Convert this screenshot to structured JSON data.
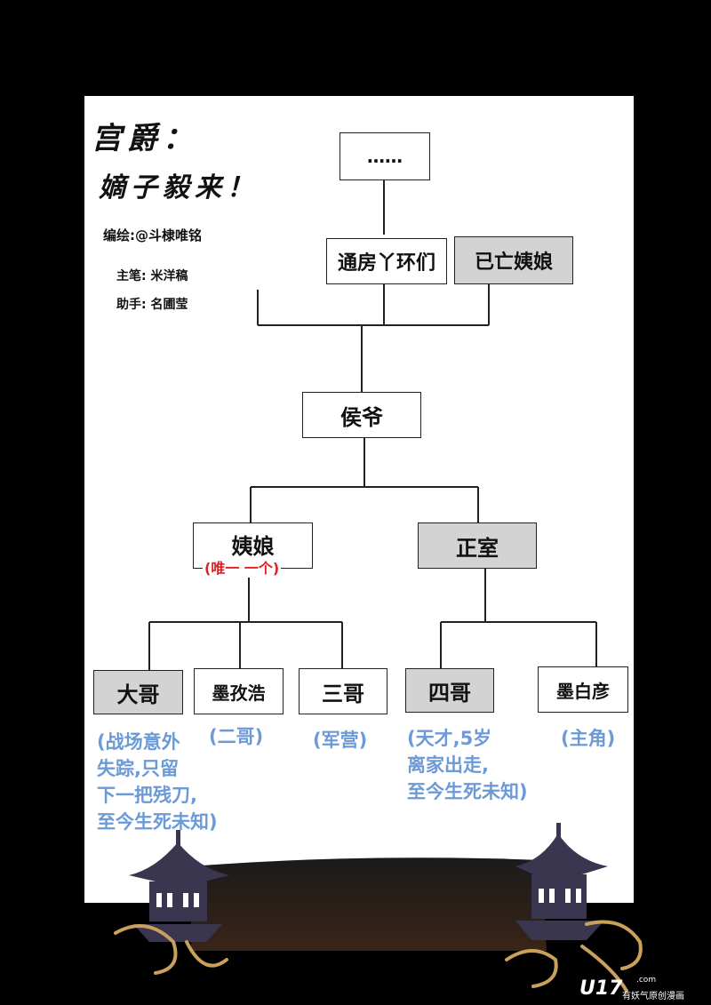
{
  "title": {
    "line1": "宫爵：",
    "line2": "嫡子毅来！"
  },
  "credits": {
    "author": "编绘:@斗棣唯铭",
    "main_pen": "主笔: 米洋稿",
    "assistant": "助手: 名圃莹"
  },
  "nodes": {
    "ancestor": "……",
    "concubine_maids": "通房丫环们",
    "deceased_concubine": "已亡姨娘",
    "marquis": "侯爷",
    "concubine": "姨娘",
    "concubine_note": "(唯一 一个)",
    "main_wife": "正室",
    "eldest_brother": "大哥",
    "mo_ruhao": "墨孜浩",
    "third_brother": "三哥",
    "fourth_brother": "四哥",
    "mo_baiyan": "墨白彦"
  },
  "notes": {
    "eldest": [
      "(战场意外",
      "失踪,只留",
      "下一把残刀,",
      "至今生死未知)"
    ],
    "mo_ruhao": "(二哥)",
    "third": "(军营)",
    "fourth": [
      "(天才,5岁",
      "离家出走,",
      "至今生死未知)"
    ],
    "mo_baiyan": "(主角)"
  },
  "colors": {
    "background": "#000000",
    "page": "#ffffff",
    "gray_box": "#d3d3d3",
    "note_blue": "#6c9ad6",
    "note_red": "#dd2222",
    "roof": "#3a3650"
  },
  "watermark": {
    "logo": "U17",
    "domain": ".com",
    "tagline": "有妖气原创漫画"
  }
}
